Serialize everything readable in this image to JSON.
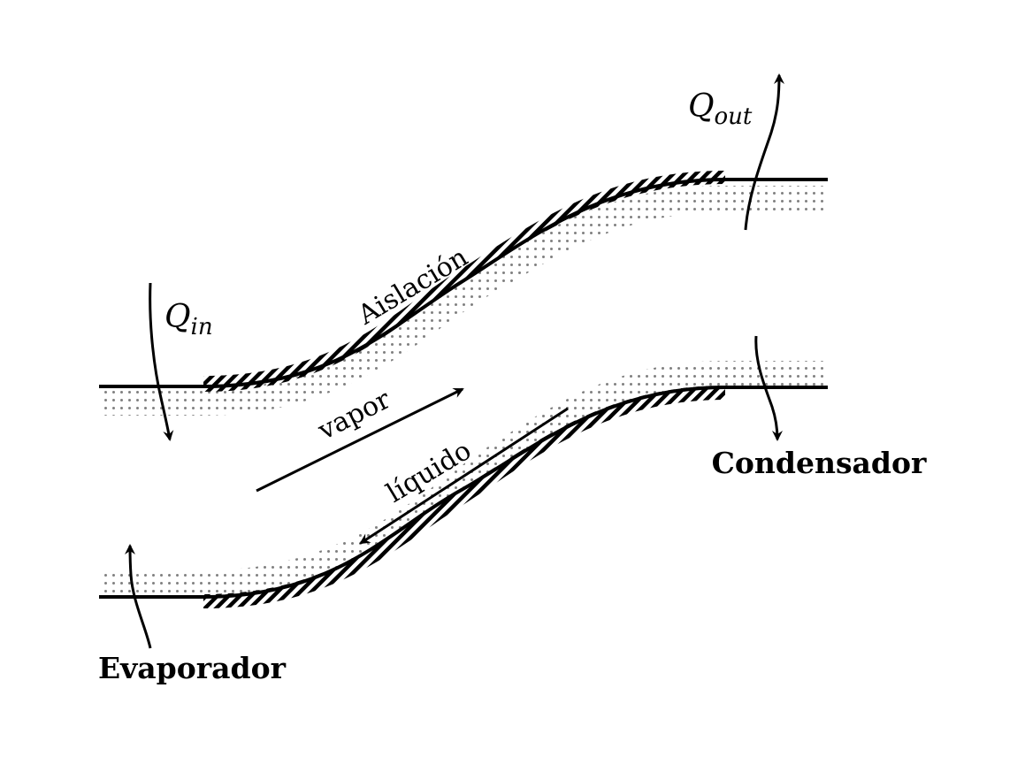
{
  "labels": {
    "q_in": "Q",
    "q_in_sub": "in",
    "q_out": "Q",
    "q_out_sub": "out",
    "insulation": "Aislación",
    "vapor": "vapor",
    "liquid": "líquido",
    "evaporator": "Evaporador",
    "condenser": "Condensador"
  },
  "colors": {
    "stroke": "#000000",
    "wick_dots": "#808080"
  }
}
